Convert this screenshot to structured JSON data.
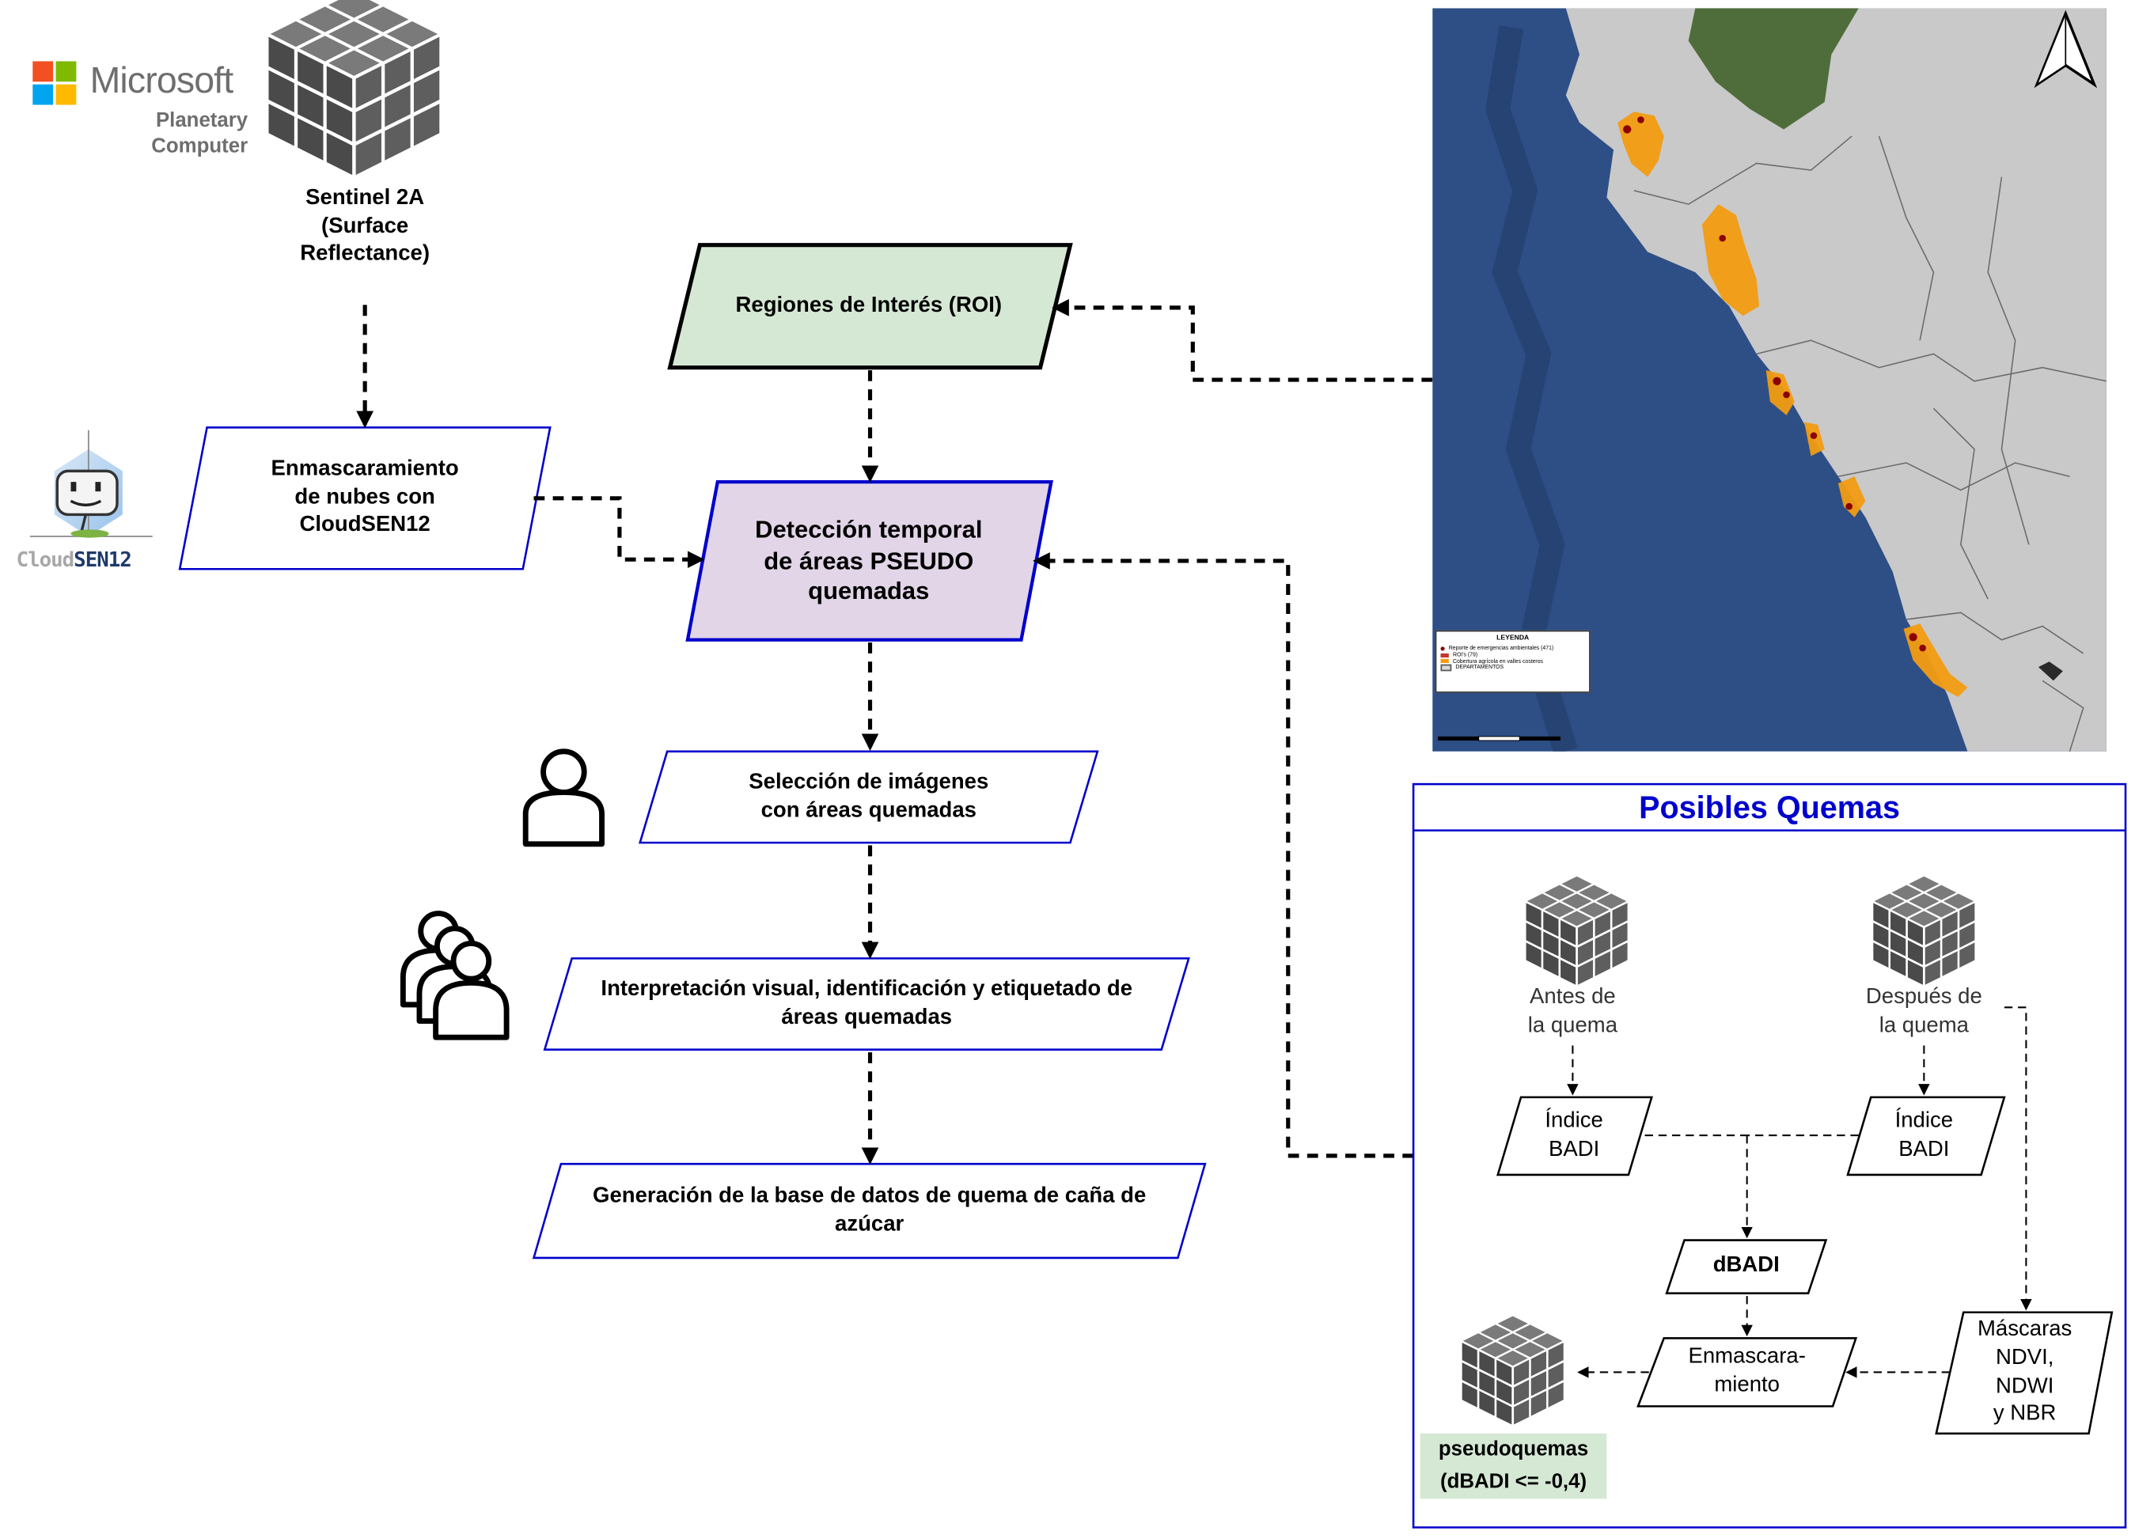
{
  "logos": {
    "microsoft": {
      "word": "Microsoft",
      "sub": "Planetary\nComputer",
      "colors": [
        "#f25022",
        "#7fba00",
        "#00a4ef",
        "#ffb900"
      ]
    },
    "cloudsen12": {
      "prefix": "Cloud",
      "suffix": "SEN12"
    }
  },
  "sentinel_label": "Sentinel 2A\n(Surface\nReflectance)",
  "nodes": {
    "roi": "Regiones de Interés  (ROI)",
    "cloud_mask": "Enmascaramiento\nde nubes con\nCloudSEN12",
    "detection": "Detección temporal\nde áreas PSEUDO\nquemadas",
    "selection": "Selección de imágenes\ncon áreas quemadas",
    "interpretation": "Interpretación visual, identificación y etiquetado de\náreas quemadas",
    "generation": "Generación de la base de datos de quema de caña de\nazúcar"
  },
  "map": {
    "legend": {
      "title": "LEYENDA",
      "items": [
        {
          "label": "Reporte de emergencias ambientales (471)",
          "color": "#8b0000"
        },
        {
          "label": "ROI's (79)",
          "color": "#c0392b"
        },
        {
          "label": "Cobertura agrícola en valles costeros",
          "color": "#f39c12"
        },
        {
          "label": "DEPARTAMENTOS",
          "color": "#d9d9d9"
        }
      ]
    }
  },
  "panel": {
    "title": "Posibles Quemas",
    "before": "Antes de\nla quema",
    "after": "Después de\nla quema",
    "badi_left": "Índice\nBADI",
    "badi_right": "Índice\nBADI",
    "dbadi": "dBADI",
    "masking": "Enmascara-\nmiento",
    "masks": "Máscaras\nNDVI,\nNDWI\ny NBR",
    "pseudo_title": "pseudoquemas",
    "pseudo_cond": "(dBADI <= -0,4)"
  },
  "colors": {
    "roi_fill": "#d5e8d4",
    "detection_fill": "#e1d5e7",
    "node_border": "#0000cc",
    "panel_title": "#0000cc",
    "pseudo_fill": "#d5e8d4",
    "ocean": "#2d4f86",
    "land": "#c9c9c9",
    "forest": "#4f6d3a"
  }
}
